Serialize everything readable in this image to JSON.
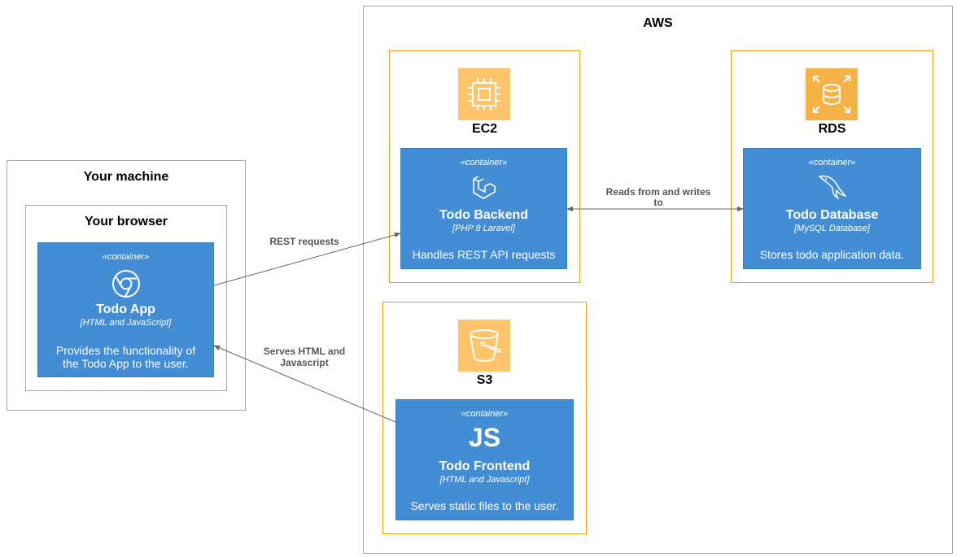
{
  "boundaries": {
    "machine": "Your machine",
    "browser": "Your browser",
    "aws": "AWS",
    "ec2": "EC2",
    "rds": "RDS",
    "s3": "S3"
  },
  "containers": {
    "todo_app": {
      "stereotype": "«container»",
      "name": "Todo App",
      "tech": "[HTML and JavaScript]",
      "desc_line1": "Provides the functionality of",
      "desc_line2": "the Todo App to the user.",
      "icon": "chrome-icon"
    },
    "todo_backend": {
      "stereotype": "«container»",
      "name": "Todo Backend",
      "tech": "[PHP 8 Laravel]",
      "desc_line1": "Handles REST API requests",
      "icon": "laravel-icon"
    },
    "todo_database": {
      "stereotype": "«container»",
      "name": "Todo Database",
      "tech": "[MySQL Database]",
      "desc_line1": "Stores todo application data.",
      "icon": "mysql-icon"
    },
    "todo_frontend": {
      "stereotype": "«container»",
      "name": "Todo Frontend",
      "tech": "[HTML and Javascript]",
      "desc_line1": "Serves static files to the user.",
      "icon_text": "JS"
    }
  },
  "relations": {
    "rest": "REST requests",
    "db_line1": "Reads from and writes",
    "db_line2": "to",
    "serves_line1": "Serves HTML and",
    "serves_line2": "Javascript"
  },
  "colors": {
    "container_fill": "#438dd5",
    "aws_boundary": "#f39c12",
    "aws_icon": "#ffc46b",
    "boundary_gray": "#a6a6a6",
    "arrow": "#666666"
  }
}
